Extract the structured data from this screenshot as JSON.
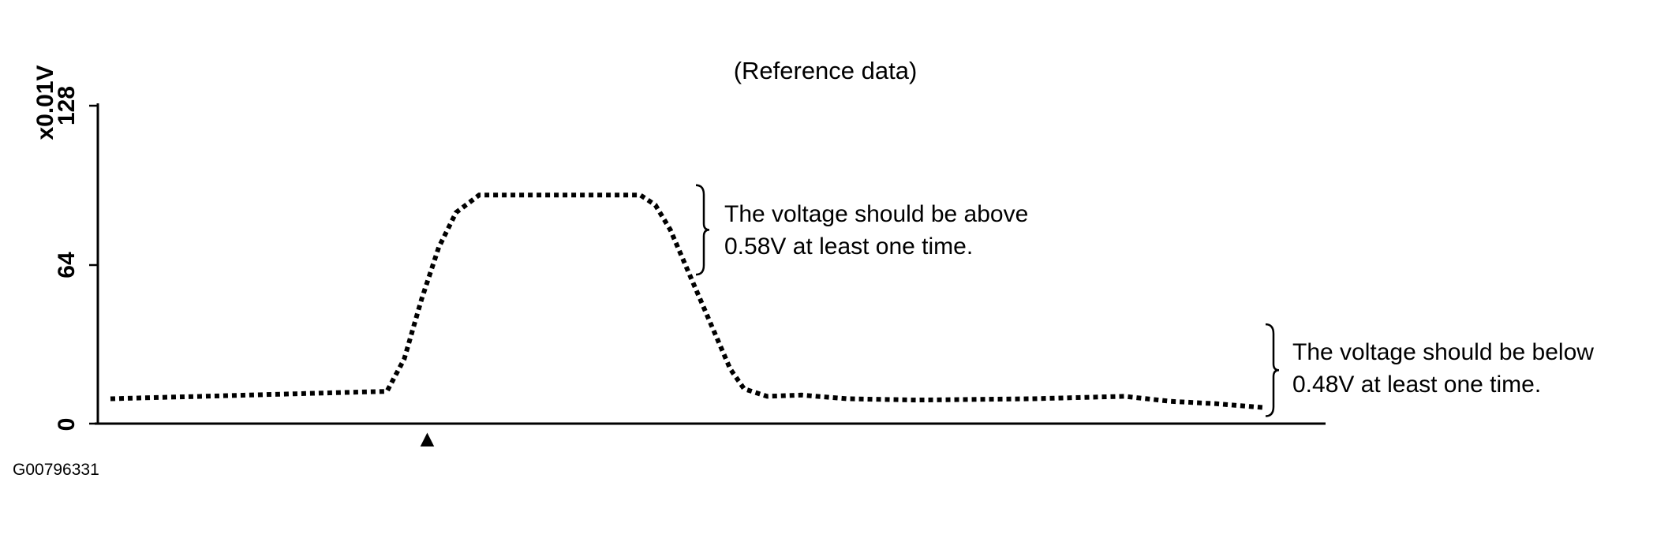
{
  "figure_id": "G00796331",
  "chart_data": {
    "type": "line",
    "title": "(Reference data)",
    "ylabel": "x0.01V",
    "xlabel": "",
    "ylim": [
      0,
      128
    ],
    "yticks": [
      0,
      64,
      128
    ],
    "line_style": "dotted",
    "grid": false,
    "x": [
      0,
      4,
      8,
      12,
      16,
      20,
      24,
      25.5,
      27,
      28.5,
      30,
      32,
      40,
      46,
      47.3,
      48.6,
      49.9,
      51.2,
      52.5,
      53.8,
      55,
      57,
      60,
      64,
      70,
      80,
      88,
      92,
      96,
      100
    ],
    "values": [
      10,
      10.5,
      11,
      11.5,
      12,
      12.5,
      13,
      26,
      50,
      71,
      85,
      92,
      92,
      92,
      88,
      78,
      64,
      50,
      36,
      22,
      14,
      11,
      11.5,
      10,
      9.5,
      10,
      11,
      9,
      8,
      6.5
    ],
    "trigger_marker": "▲",
    "trigger_x": 27.5,
    "annotations": [
      {
        "lines": [
          "The voltage should be above",
          "0.58V at least one time."
        ],
        "range": [
          60,
          96
        ]
      },
      {
        "lines": [
          "The voltage should be below",
          "0.48V at least one time."
        ],
        "range": [
          3,
          40
        ]
      }
    ]
  }
}
